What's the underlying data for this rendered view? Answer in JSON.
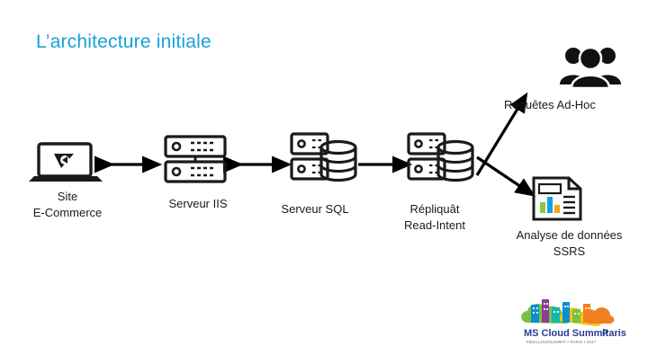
{
  "slide": {
    "title": "L’architecture initiale",
    "title_color": "#1aa0d8",
    "background": "#ffffff",
    "arrow_color": "#000000"
  },
  "nodes": [
    {
      "id": "site",
      "label": "Site\nE-Commerce",
      "icon": "laptop-icon"
    },
    {
      "id": "iis",
      "label": "Serveur IIS",
      "icon": "server-rack-icon"
    },
    {
      "id": "sql",
      "label": "Serveur SQL",
      "icon": "database-server-icon"
    },
    {
      "id": "replica",
      "label": "Répliquât\nRead-Intent",
      "icon": "database-server-icon"
    },
    {
      "id": "adhoc",
      "label": "Requêtes Ad-Hoc",
      "icon": "people-group-icon"
    },
    {
      "id": "ssrs",
      "label": "Analyse de données\nSSRS",
      "icon": "report-document-icon"
    }
  ],
  "logo": {
    "name": "MS Cloud Summit Paris",
    "main_text": "MS Cloud Summit",
    "sub_text": "Paris",
    "tagline": "#MSCLOUDSUMMIT  •  PARIS  •  2017",
    "colors": {
      "blue": "#0b8fd0",
      "green": "#7ac143",
      "yellow": "#f5c518",
      "orange": "#f07f22",
      "purple": "#8c3f97",
      "teal": "#17b5b0",
      "navy": "#2b3a8f"
    }
  },
  "icon_colors": {
    "stroke": "#1a1a1a",
    "people": "#111111",
    "report_accent": "#1aa0d8",
    "report_bar1": "#8cc63f",
    "report_bar2": "#f5a623"
  }
}
